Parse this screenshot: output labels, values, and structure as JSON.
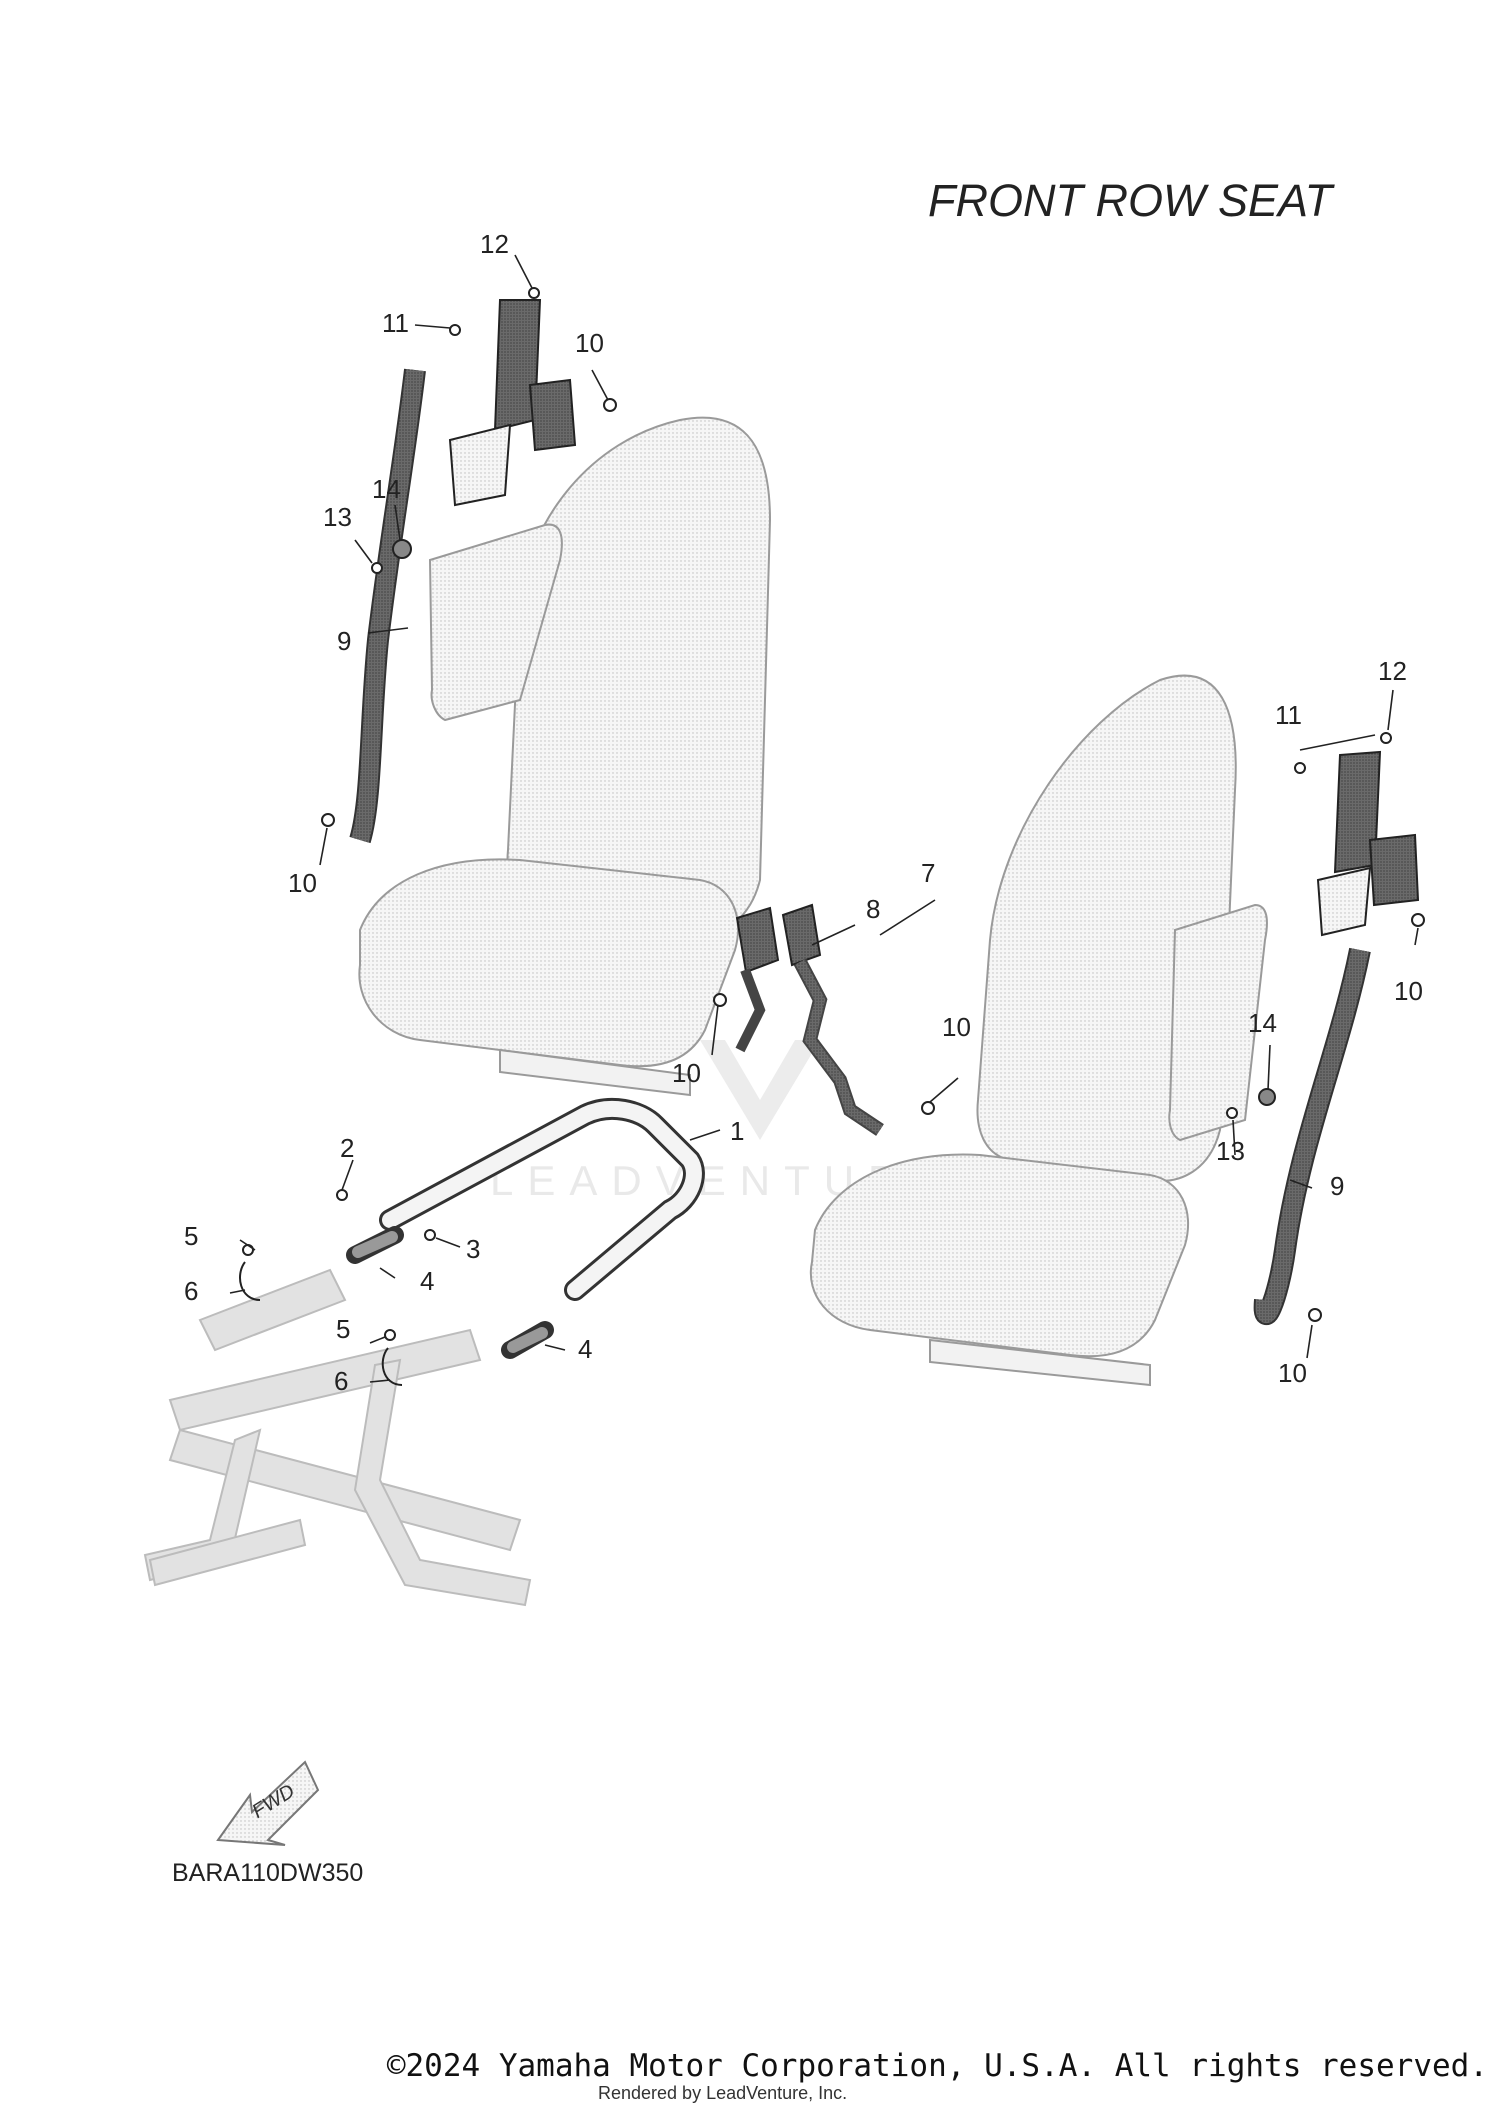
{
  "title": "FRONT ROW SEAT",
  "diagram_code": "BARA110DW350",
  "fwd_label": "FWD",
  "watermark_text": "LEADVENTURE",
  "footer": {
    "copyright": "©2024 Yamaha Motor Corporation, U.S.A. All rights reserved.",
    "rendered_by": "Rendered by LeadVenture, Inc."
  },
  "callouts": [
    "12",
    "11",
    "10",
    "14",
    "13",
    "9",
    "10",
    "7",
    "8",
    "10",
    "10",
    "1",
    "2",
    "3",
    "5",
    "4",
    "6",
    "5",
    "4",
    "6",
    "12",
    "11",
    "10",
    "14",
    "13",
    "9",
    "10"
  ],
  "colors": {
    "line": "#222222",
    "part_fill": "#eeeeee",
    "dark_part": "#555555",
    "frame": "#d6d6d6"
  }
}
